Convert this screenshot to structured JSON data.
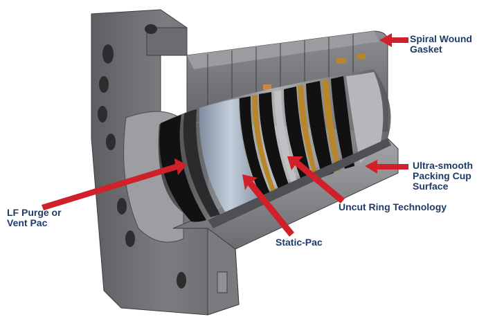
{
  "callouts": {
    "spiral_wound_gasket": "Spiral Wound\nGasket",
    "ultra_smooth_surface": "Ultra-smooth\nPacking Cup\nSurface",
    "uncut_ring": "Uncut Ring Technology",
    "lf_purge": "LF Purge or\nVent Pac",
    "static_pac": "Static-Pac"
  },
  "colors": {
    "label_text": "#1f3a68",
    "arrow": "#d0202a",
    "metal_dark": "#5f6063",
    "metal_mid": "#8a8b8e",
    "metal_light": "#b9babd",
    "packing_black": "#111111",
    "ring_gold": "#b8862a",
    "static_pac_blue": "#aab7c8"
  }
}
